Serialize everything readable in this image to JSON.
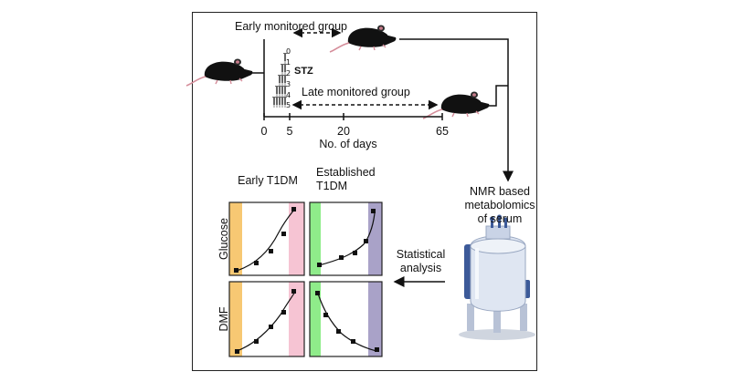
{
  "timeline": {
    "early_group": "Early monitored group",
    "late_group": "Late monitored group",
    "treatment": "STZ",
    "injection_days": [
      "0",
      "1",
      "2",
      "3",
      "4",
      "5"
    ],
    "ticks": [
      "0",
      "5",
      "20",
      "65"
    ],
    "axis_label": "No. of days"
  },
  "flow": {
    "nmr": "NMR based metabolomics of serum",
    "nmr_lines": [
      "NMR based",
      "metabolomics",
      "of serum"
    ],
    "statistical": [
      "Statistical",
      "analysis"
    ]
  },
  "panels": {
    "early_title": "Early T1DM",
    "established_title": [
      "Established",
      "T1DM"
    ],
    "row_labels": [
      "Glucose",
      "DMF"
    ]
  },
  "colors": {
    "orange": "#f7c873",
    "pink": "#f6c4d3",
    "green": "#8fec8a",
    "purple": "#a9a2c8",
    "mouse": "#111111",
    "nmr_body": "#dfe6f2",
    "nmr_blue": "#3c5a99"
  },
  "icons": [
    "mouse-icon",
    "syringe-icon",
    "nmr-spectrometer-icon",
    "arrow-icon"
  ]
}
